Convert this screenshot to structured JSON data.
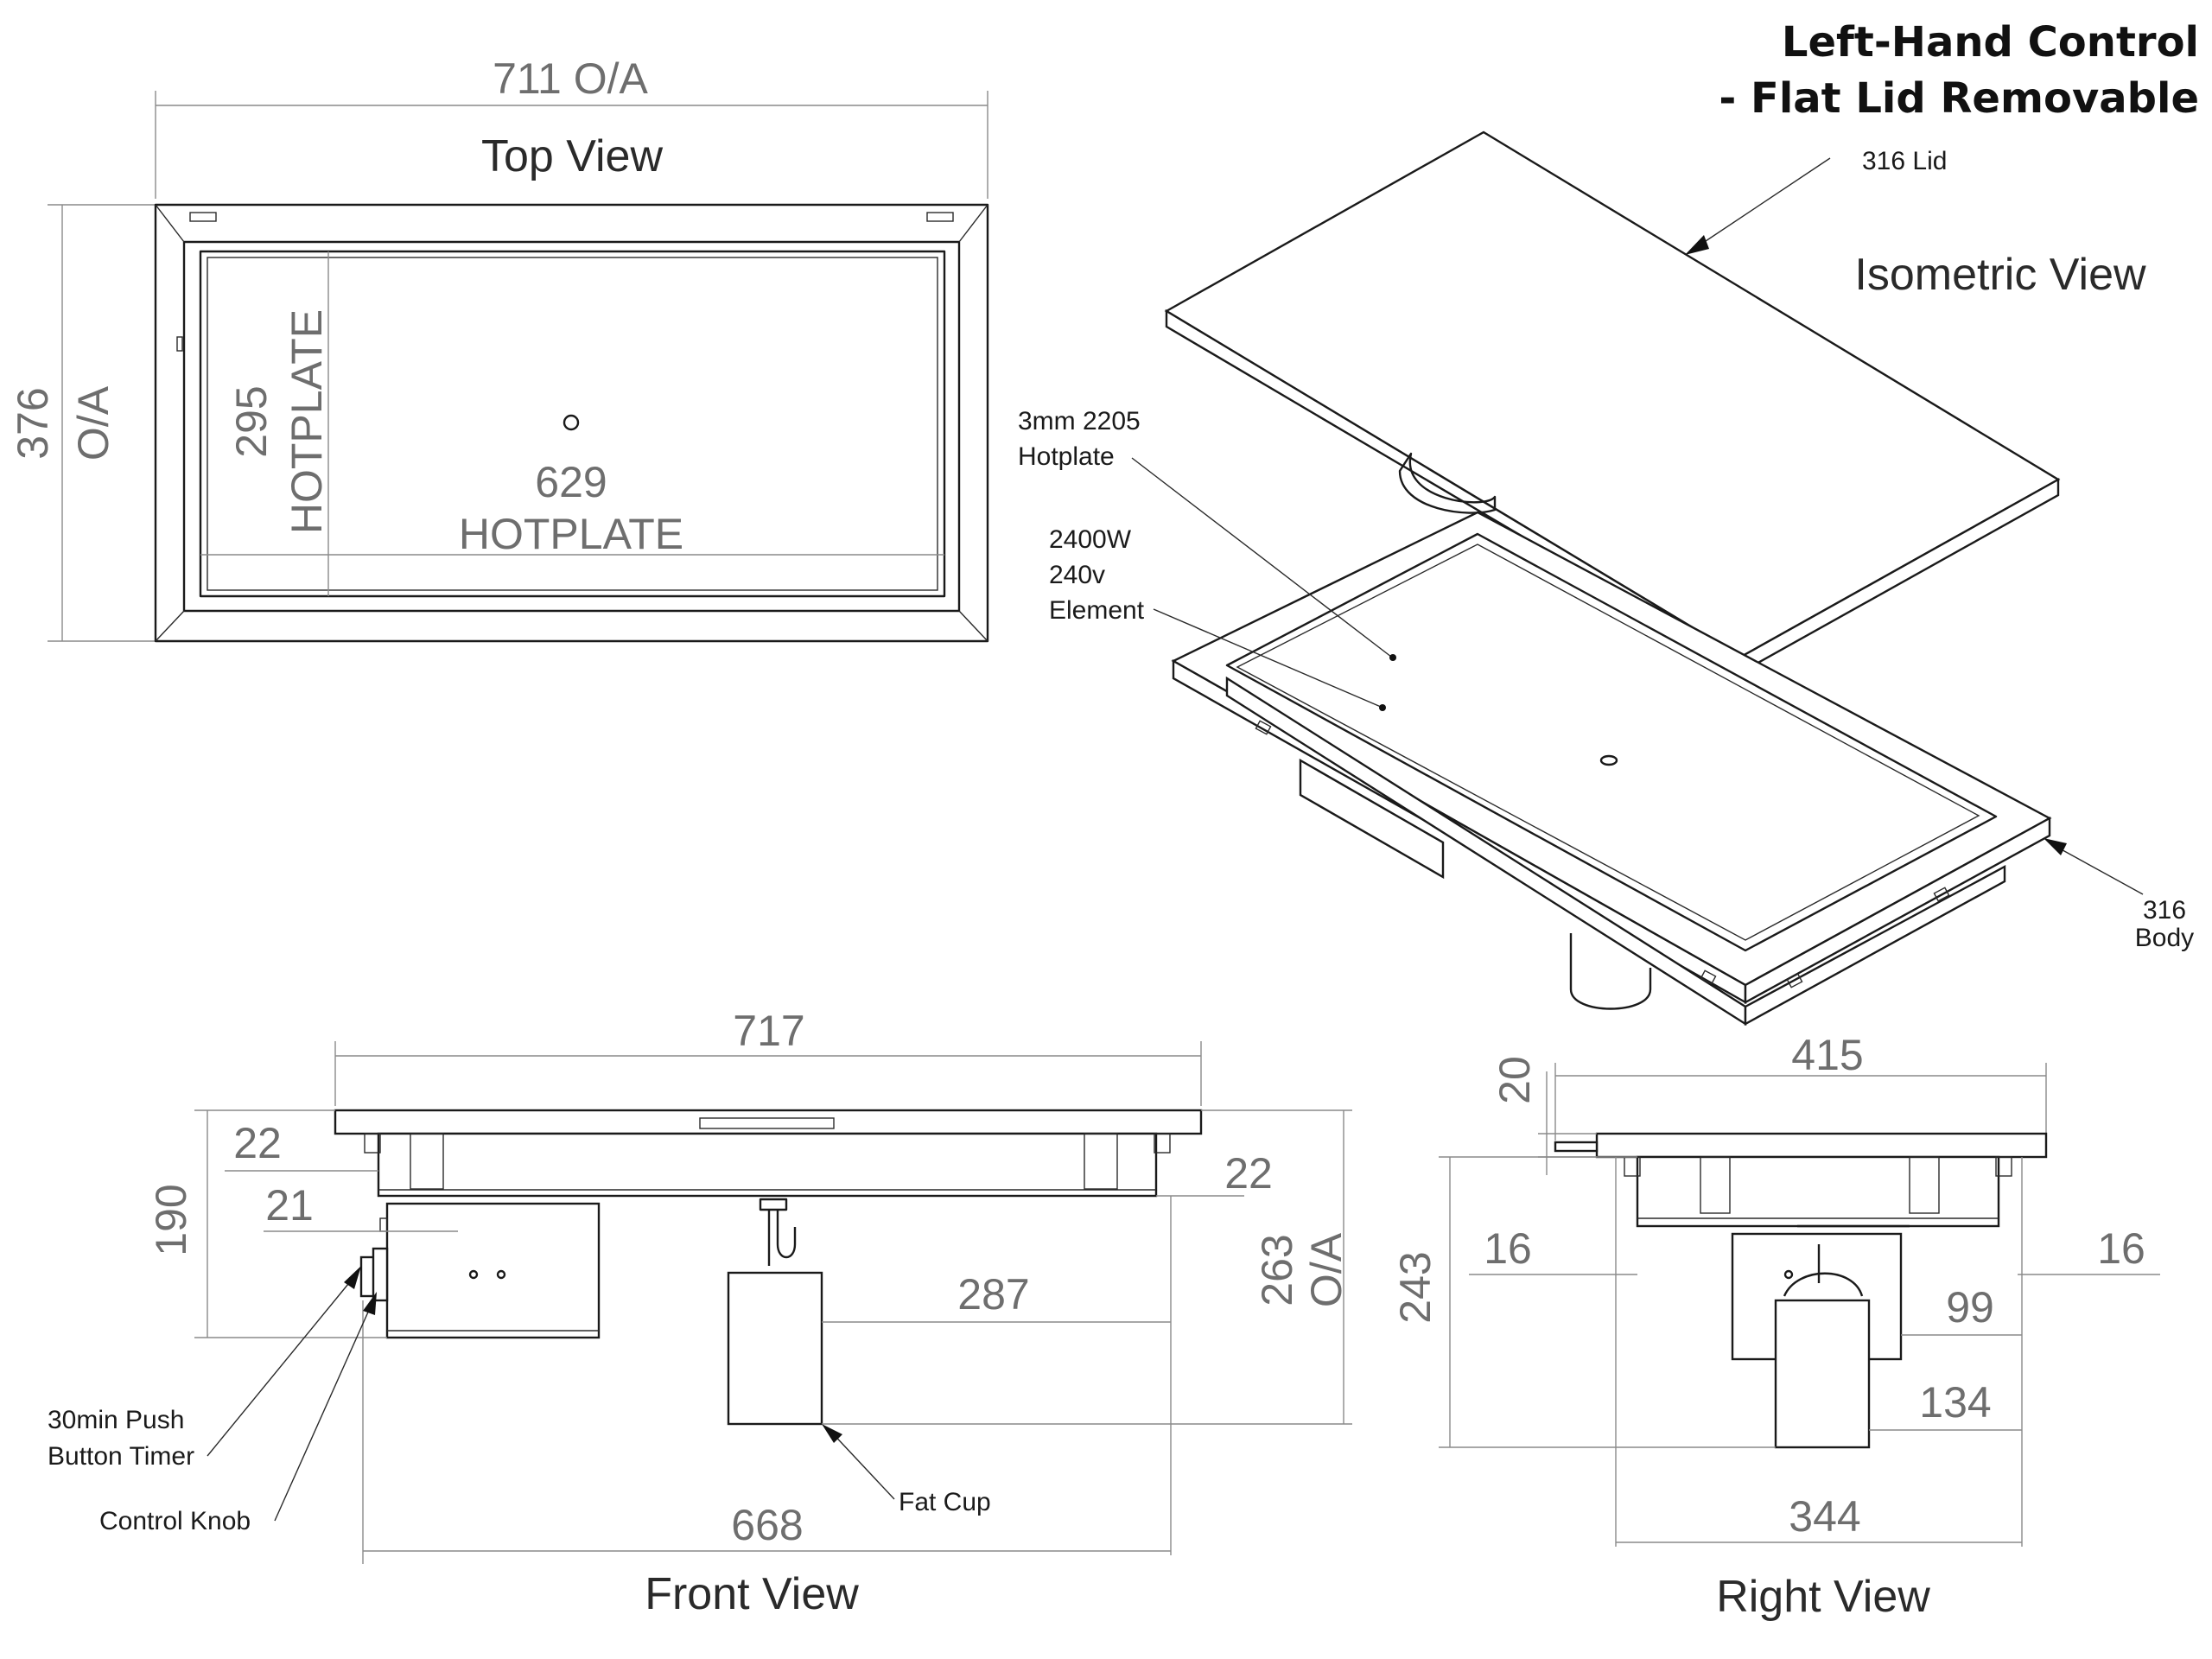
{
  "title": {
    "line1": "Left-Hand Control",
    "line2": "- Flat Lid Removable"
  },
  "views": {
    "top": "Top View",
    "isometric": "Isometric View",
    "front": "Front View",
    "right": "Right View"
  },
  "top_view": {
    "overall_width": "711 O/A",
    "overall_depth_value": "376",
    "overall_depth_suffix": "O/A",
    "hotplate_depth_value": "295",
    "hotplate_depth_label": "HOTPLATE",
    "hotplate_width_value": "629",
    "hotplate_width_label": "HOTPLATE"
  },
  "isometric_view": {
    "lid": "316 Lid",
    "hotplate_line1": "3mm 2205",
    "hotplate_line2": "Hotplate",
    "element_line1": "2400W",
    "element_line2": "240v",
    "element_line3": "Element",
    "body_line1": "316",
    "body_line2": "Body"
  },
  "front_view": {
    "width_top": "717",
    "dim_22_left": "22",
    "dim_21": "21",
    "dim_190": "190",
    "dim_22_right": "22",
    "dim_287": "287",
    "overall_height_value": "263",
    "overall_height_suffix": "O/A",
    "width_bottom": "668",
    "timer_line1": "30min Push",
    "timer_line2": "Button Timer",
    "control_knob": "Control Knob",
    "fat_cup": "Fat Cup"
  },
  "right_view": {
    "width_top": "415",
    "dim_20": "20",
    "dim_16_left": "16",
    "dim_16_right": "16",
    "dim_243": "243",
    "dim_99": "99",
    "dim_134": "134",
    "width_bottom": "344"
  }
}
